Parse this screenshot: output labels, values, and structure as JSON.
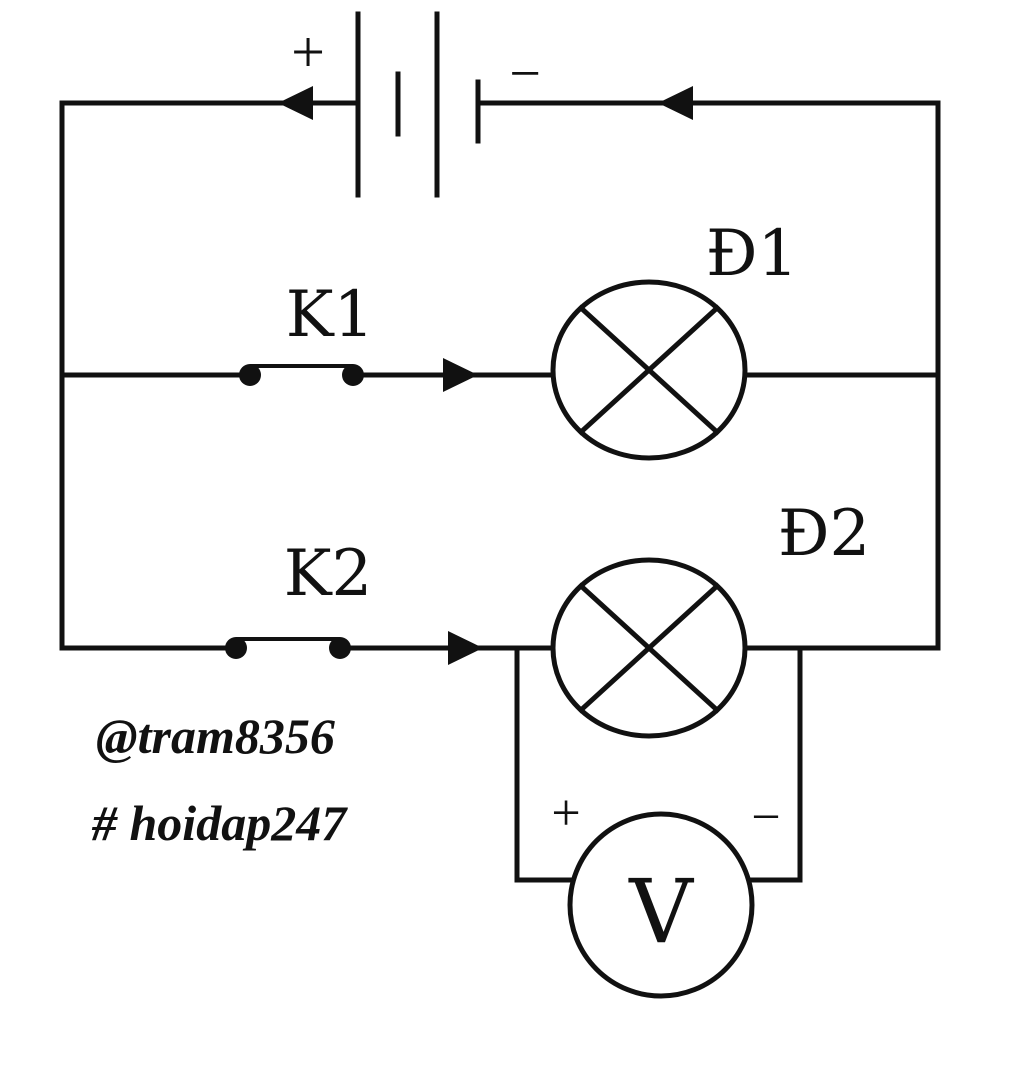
{
  "battery": {
    "plus": "+",
    "minus": "−"
  },
  "switches": [
    {
      "label": "K1"
    },
    {
      "label": "K2"
    }
  ],
  "lamps": [
    {
      "label": "Đ1"
    },
    {
      "label": "Đ2"
    }
  ],
  "voltmeter": {
    "symbol": "V",
    "plus": "+",
    "minus": "−"
  },
  "watermark": {
    "line1": "@tram8356",
    "line2": "# hoidap247"
  },
  "colors": {
    "ink": "#111111",
    "background": "#ffffff"
  }
}
